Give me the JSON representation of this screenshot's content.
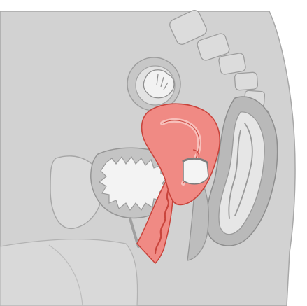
{
  "figure": {
    "subject": "sagittal-section-female-pelvis-with-cervical-cap",
    "colors": {
      "background": "#ffffff",
      "body": "#d2d2d2",
      "body_outline": "#a8a8a8",
      "organ_light": "#ececec",
      "organ_mid": "#bfbfbf",
      "organ_dark": "#9d9d9d",
      "uterus": "#f08a84",
      "uterus_outline": "#c9443c",
      "uterus_lining": "#f7c0bb",
      "device": "#f4f4f4"
    },
    "icons": [
      "body-silhouette",
      "spine",
      "ovary",
      "bladder",
      "uterus",
      "vagina",
      "cervical-cap",
      "rectum",
      "pubic-bone",
      "thigh"
    ]
  }
}
